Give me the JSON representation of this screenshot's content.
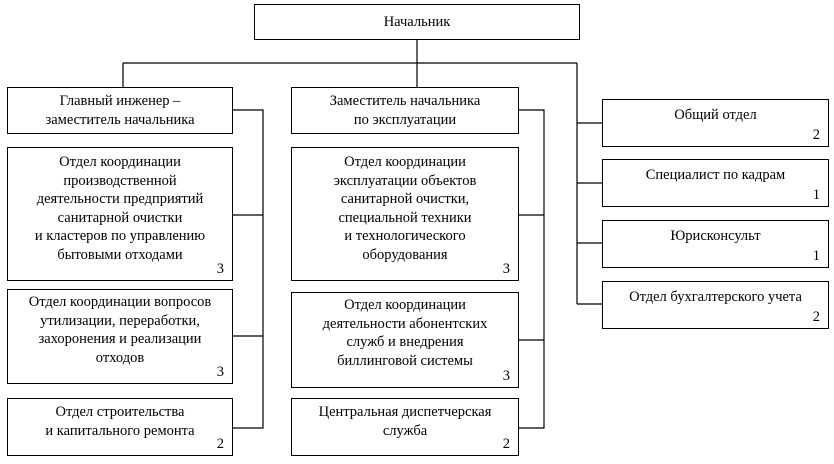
{
  "root": {
    "label": "Начальник"
  },
  "columns": [
    {
      "head": {
        "label_lines": [
          "Главный инженер –",
          "заместитель начальника"
        ]
      },
      "units": [
        {
          "lines": [
            "Отдел координации",
            "производственной",
            "деятельности предприятий",
            "санитарной очистки",
            "и кластеров по управлению",
            "бытовыми отходами"
          ],
          "count": "3"
        },
        {
          "lines": [
            "Отдел координации вопросов",
            "утилизации, переработки,",
            "захоронения и реализации",
            "отходов"
          ],
          "count": "3"
        },
        {
          "lines": [
            "Отдел строительства",
            "и капитального ремонта"
          ],
          "count": "2"
        }
      ]
    },
    {
      "head": {
        "label_lines": [
          "Заместитель начальника",
          "по эксплуатации"
        ]
      },
      "units": [
        {
          "lines": [
            "Отдел координации",
            "эксплуатации объектов",
            "санитарной очистки,",
            "специальной техники",
            "и технологического",
            "оборудования"
          ],
          "count": "3"
        },
        {
          "lines": [
            "Отдел координации",
            "деятельности абонентских",
            "служб и внедрения",
            "биллинговой системы"
          ],
          "count": "3"
        },
        {
          "lines": [
            "Центральная диспетчерская",
            "служба"
          ],
          "count": "2"
        }
      ]
    }
  ],
  "direct": [
    {
      "lines": [
        "Общий отдел"
      ],
      "count": "2"
    },
    {
      "lines": [
        "Специалист по кадрам"
      ],
      "count": "1"
    },
    {
      "lines": [
        "Юрисконсульт"
      ],
      "count": "1"
    },
    {
      "lines": [
        "Отдел бухгалтерского учета"
      ],
      "count": "2"
    }
  ]
}
